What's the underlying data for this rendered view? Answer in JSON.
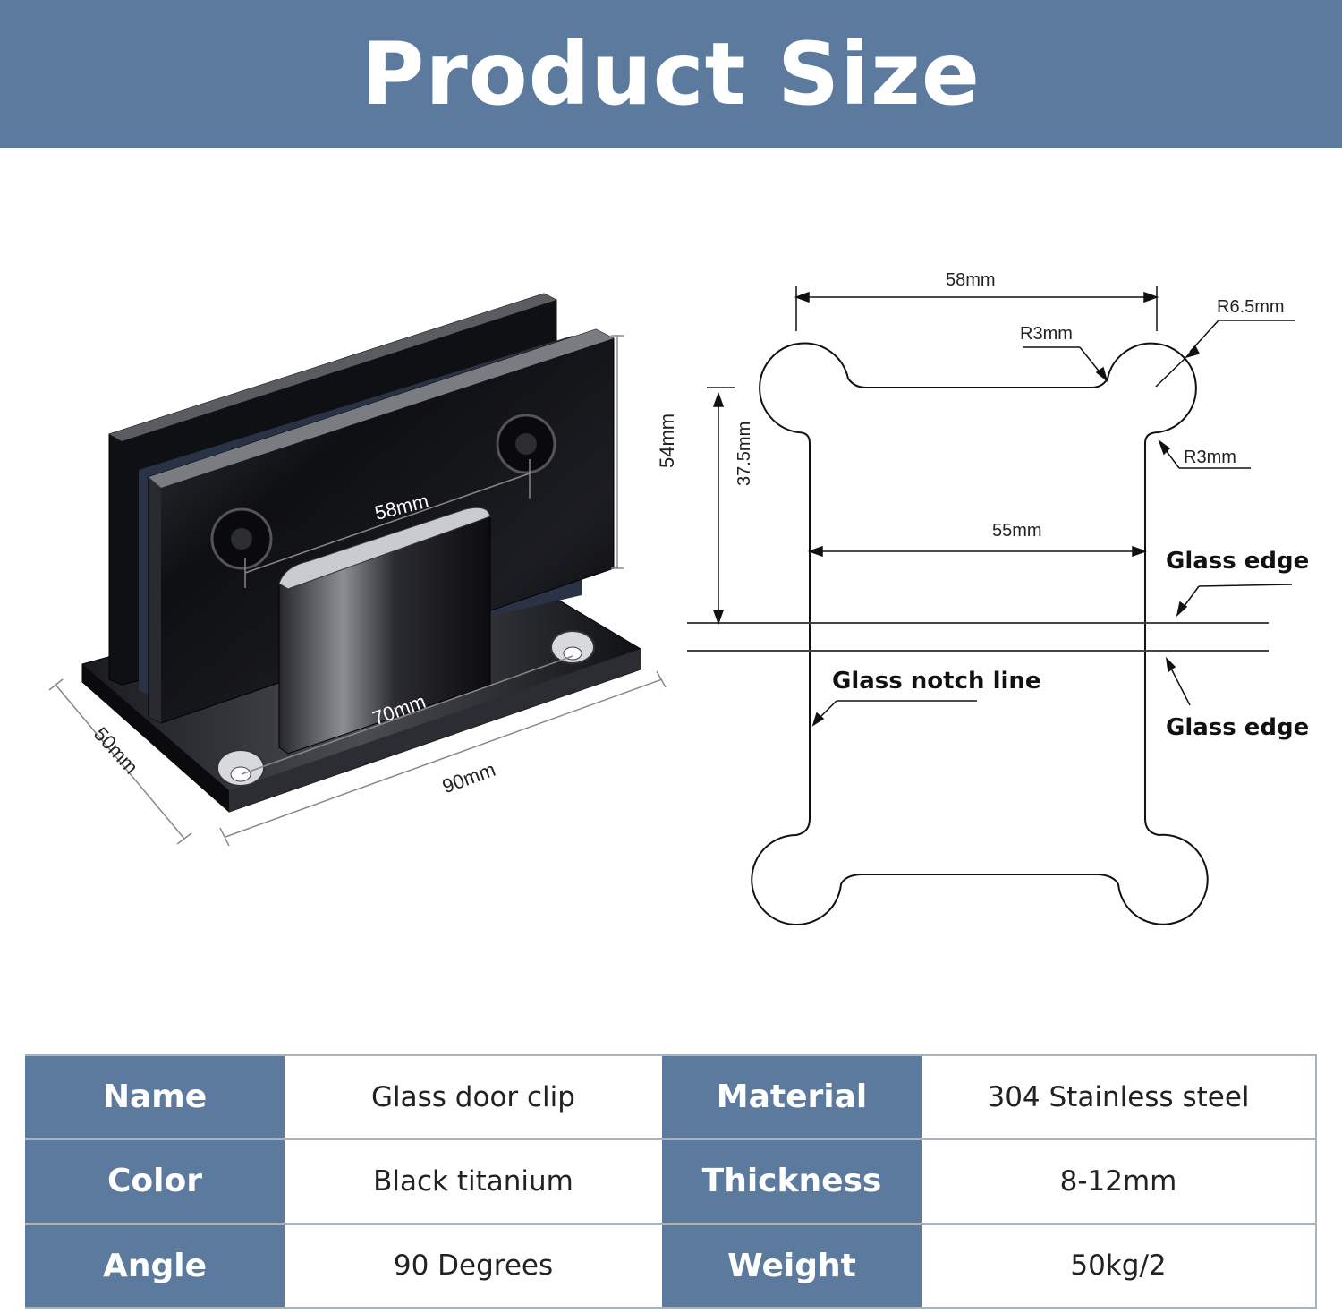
{
  "banner": {
    "title": "Product Size"
  },
  "left_figure": {
    "dims": {
      "hole_spacing": "58mm",
      "plate_height": "54mm",
      "base_hole_spacing": "70mm",
      "base_length": "90mm",
      "base_width": "50mm"
    }
  },
  "right_figure": {
    "dims": {
      "top_width": "58mm",
      "outer_radius": "R6.5mm",
      "inner_radius_top": "R3mm",
      "inner_radius_side": "R3mm",
      "notch_depth": "37.5mm",
      "middle_width": "55mm"
    },
    "labels": {
      "glass_edge_top": "Glass edge",
      "glass_edge_bottom": "Glass edge",
      "notch_line": "Glass notch line"
    }
  },
  "specs": [
    {
      "left_key": "Name",
      "left_value": "Glass door clip",
      "right_key": "Material",
      "right_value": "304 Stainless steel"
    },
    {
      "left_key": "Color",
      "left_value": "Black titanium",
      "right_key": "Thickness",
      "right_value": "8-12mm"
    },
    {
      "left_key": "Angle",
      "left_value": "90 Degrees",
      "right_key": "Weight",
      "right_value": "50kg/2"
    }
  ],
  "colors": {
    "banner": "#5b7a9e",
    "table_key_bg": "#5b7a9e",
    "table_border": "#aab2bc",
    "hinge_metal": "#141414"
  }
}
